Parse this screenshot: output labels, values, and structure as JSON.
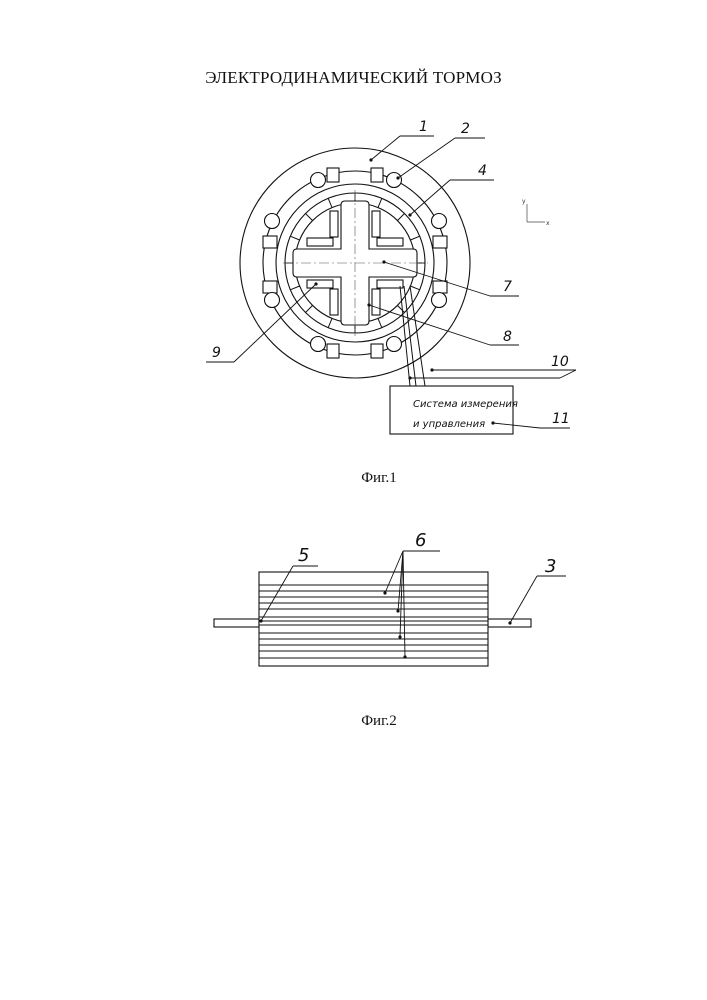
{
  "document": {
    "title": "ЭЛЕКТРОДИНАМИЧЕСКИЙ ТОРМОЗ"
  },
  "figure1": {
    "caption": "Фиг.1",
    "labels": {
      "l1": "1",
      "l2": "2",
      "l4": "4",
      "l7": "7",
      "l8": "8",
      "l9": "9",
      "l10": "10",
      "l11": "11"
    },
    "box": {
      "line1": "Система измерения",
      "line2": "и управления"
    },
    "axis": {
      "y": "y",
      "x": "x"
    }
  },
  "figure2": {
    "caption": "Фиг.2",
    "labels": {
      "l5": "5",
      "l6": "6",
      "l3": "3"
    }
  }
}
